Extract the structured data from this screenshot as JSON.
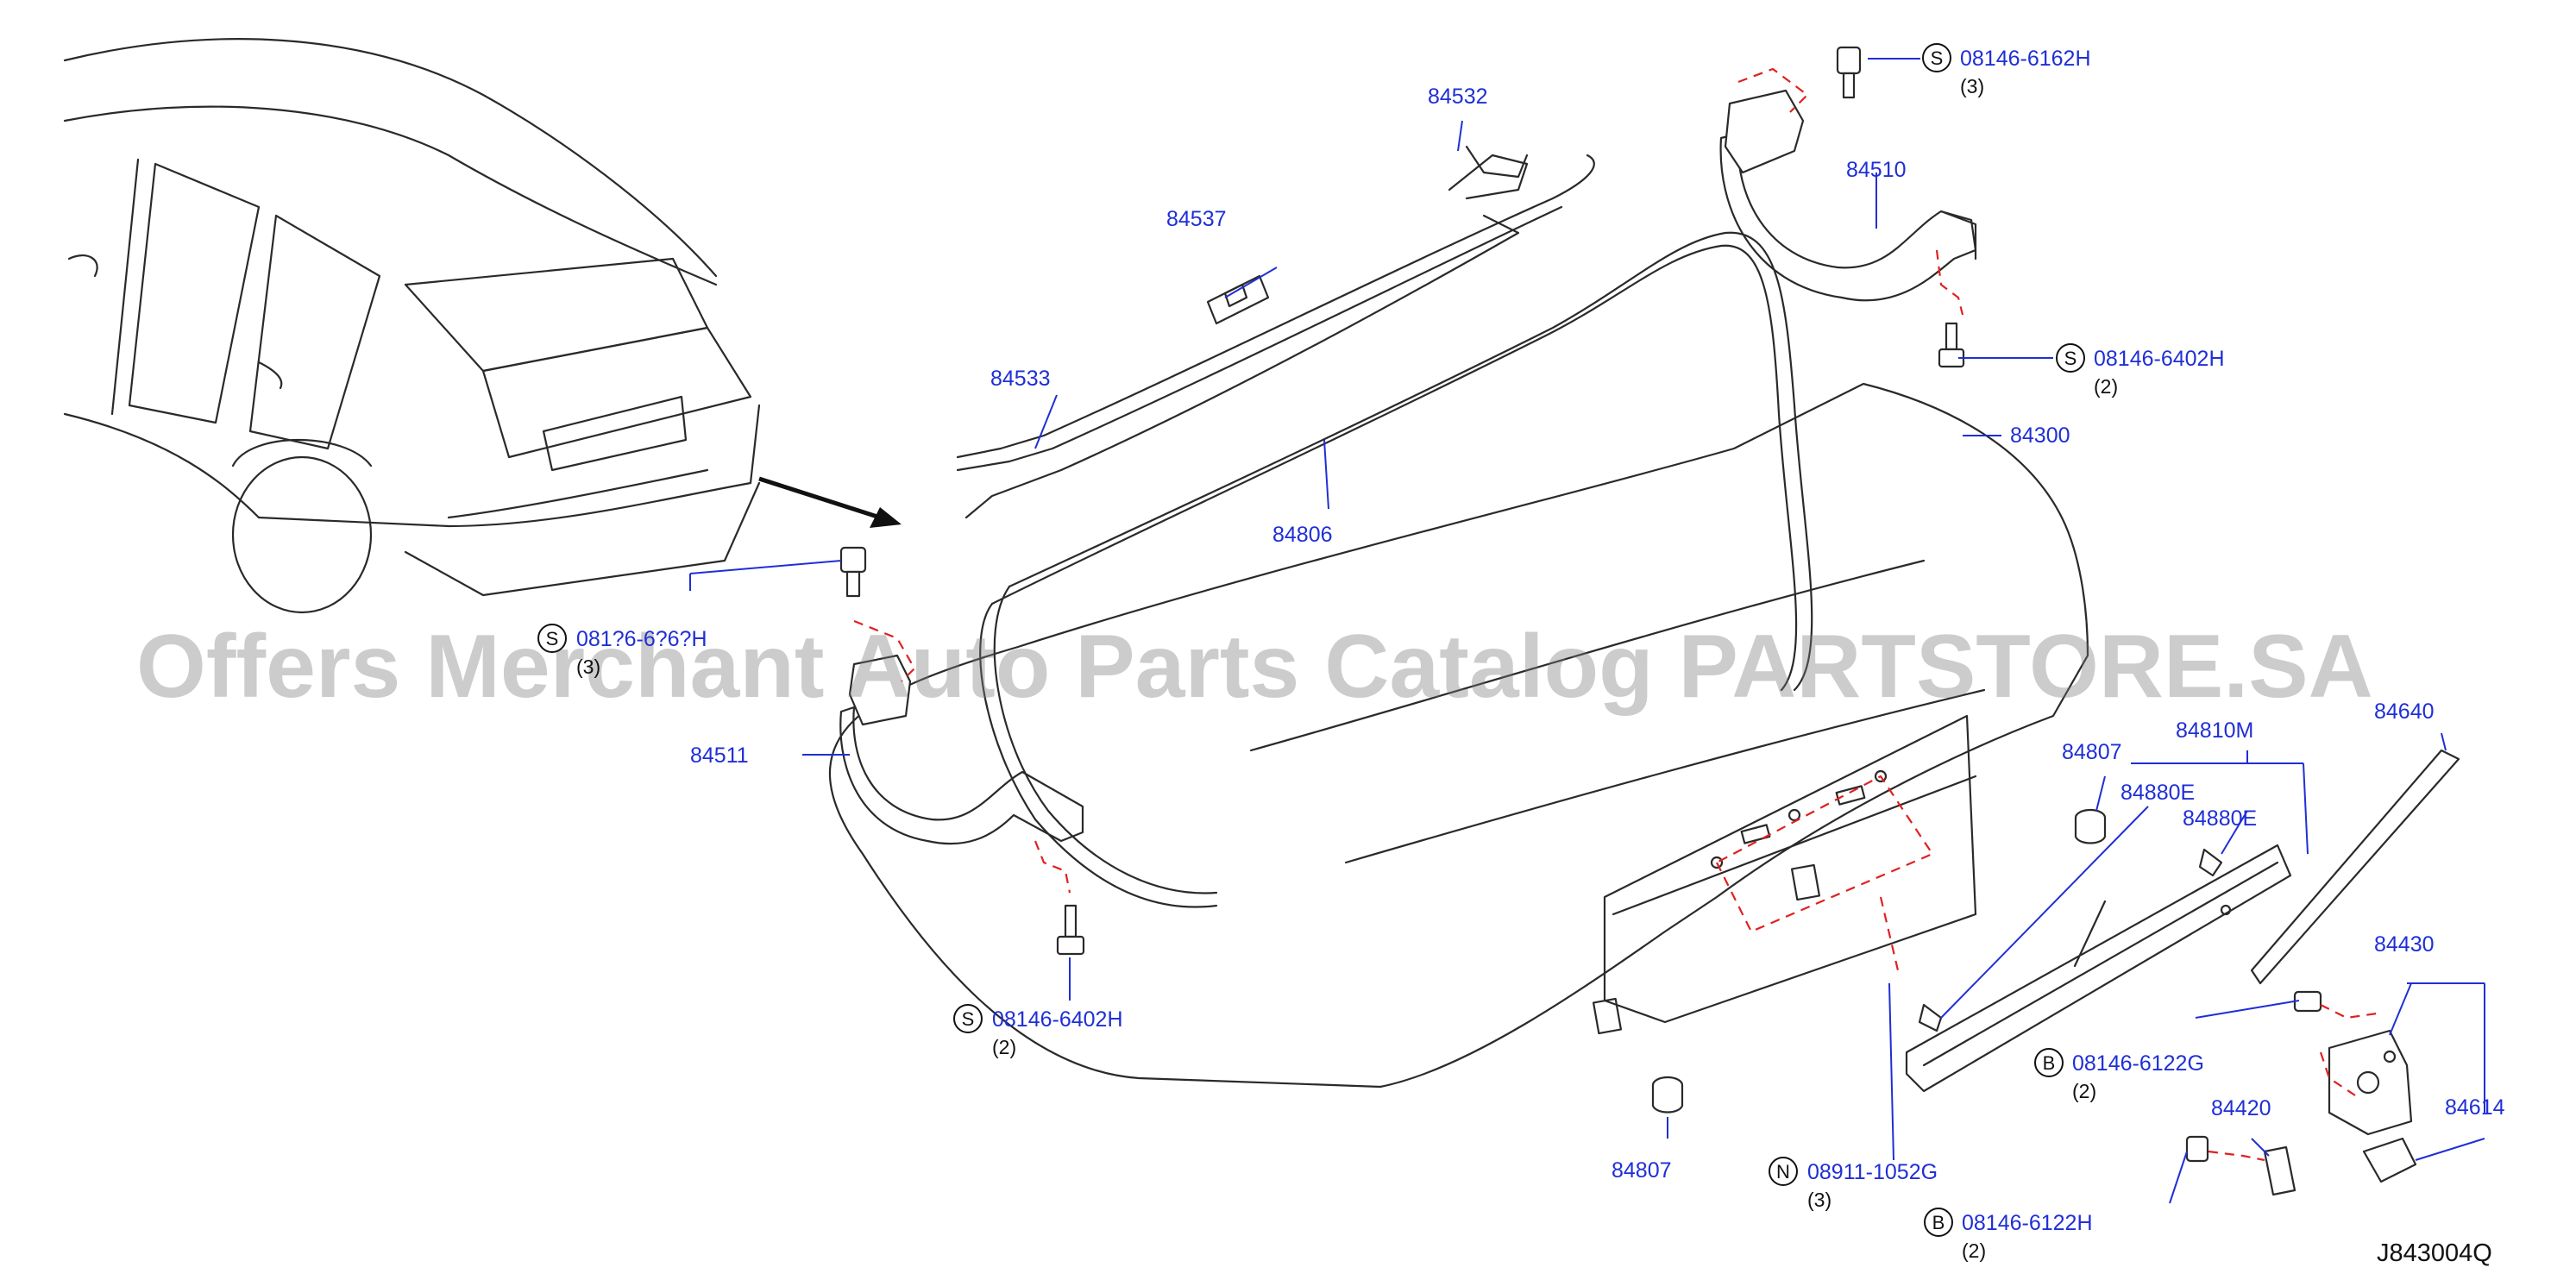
{
  "diagram_id": "J843004Q",
  "watermark": "Offers Merchant Auto Parts Catalog PARTSTORE.SA",
  "colors": {
    "part_number": "#1f2fd6",
    "leader": "#1f2fd6",
    "fastener_dash": "#e02020",
    "line_art": "#2a2a2a"
  },
  "parts": {
    "p84532": "84532",
    "p84537": "84537",
    "p84533": "84533",
    "p84806": "84806",
    "p84510": "84510",
    "p84300": "84300",
    "p84511": "84511",
    "p84807a": "84807",
    "p84807b": "84807",
    "p84810m": "84810M",
    "p84880e_a": "84880E",
    "p84880e_b": "84880E",
    "p84640": "84640",
    "p84430": "84430",
    "p84614": "84614",
    "p84420": "84420"
  },
  "fasteners": {
    "f1": {
      "prefix": "S",
      "number": "08146-6162H",
      "qty": "(3)"
    },
    "f2": {
      "prefix": "S",
      "number": "08146-6402H",
      "qty": "(2)"
    },
    "f3": {
      "prefix": "S",
      "number": "081?6-6?6?H",
      "qty": "(3)"
    },
    "f4": {
      "prefix": "S",
      "number": "08146-6402H",
      "qty": "(2)"
    },
    "f5": {
      "prefix": "B",
      "number": "08146-6122G",
      "qty": "(2)"
    },
    "f6": {
      "prefix": "N",
      "number": "08911-1052G",
      "qty": "(3)"
    },
    "f7": {
      "prefix": "B",
      "number": "08146-6122H",
      "qty": "(2)"
    }
  }
}
